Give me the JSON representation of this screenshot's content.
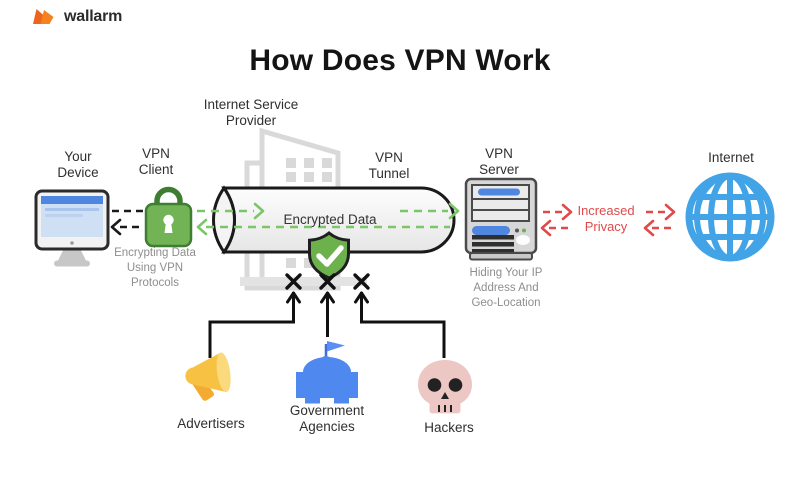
{
  "header": {
    "logo_text": "wallarm",
    "title": "How Does VPN Work"
  },
  "labels": {
    "your_device": "Your Device",
    "vpn_client": "VPN Client",
    "isp": "Internet Service Provider",
    "vpn_tunnel": "VPN Tunnel",
    "vpn_server": "VPN Server",
    "internet": "Internet",
    "encrypted_data": "Encrypted Data",
    "increased_privacy": "Increased Privacy",
    "client_caption": "Encrypting Data Using VPN Protocols",
    "server_caption": "Hiding Your IP Address And Geo-Location",
    "advertisers": "Advertisers",
    "government": "Government Agencies",
    "hackers": "Hackers"
  },
  "icons": {
    "logo": "wallarm-flag-icon",
    "your_device": "computer-monitor-icon",
    "vpn_client": "padlock-icon",
    "isp": "building-icon",
    "tunnel_protection": "shield-check-icon",
    "vpn_server": "server-tower-icon",
    "internet": "globe-icon",
    "advertisers": "megaphone-icon",
    "government": "government-building-icon",
    "hackers": "skull-icon",
    "blocked": "x-mark-icon"
  },
  "colors": {
    "brand_orange": "#F26F21",
    "lock_green": "#72B356",
    "lock_outline": "#3F7D33",
    "dash_green": "#7CC569",
    "shield_green": "#6CB14C",
    "arrow_red": "#E04A4A",
    "globe_blue": "#42A4E6",
    "gov_blue": "#4F88EF",
    "megaphone_yellow": "#F7C243",
    "skull_pink": "#ECC7C4",
    "text_dark": "#2F2F2F",
    "text_gray": "#8E8E8E"
  }
}
